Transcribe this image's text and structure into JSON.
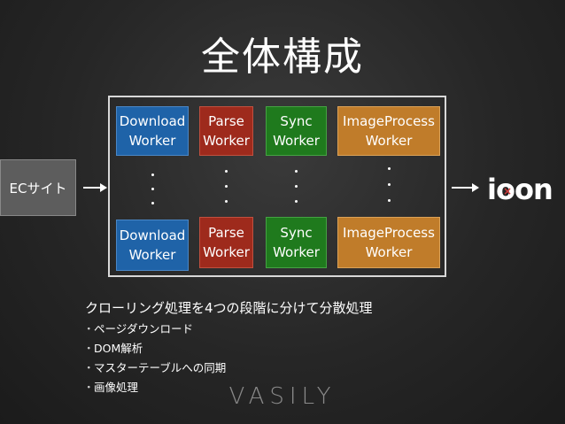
{
  "title": "全体構成",
  "source": {
    "label": "ECサイト"
  },
  "logo": {
    "text": "ioon",
    "mark": "×"
  },
  "workers": {
    "download": {
      "line1": "Download",
      "line2": "Worker"
    },
    "parse": {
      "line1": "Parse",
      "line2": "Worker"
    },
    "sync": {
      "line1": "Sync",
      "line2": "Worker"
    },
    "image": {
      "line1": "ImageProcess",
      "line2": "Worker"
    }
  },
  "colors": {
    "download": "#1f63a8",
    "parse": "#9e2a1c",
    "sync": "#1f7a1d",
    "image": "#c07c2a"
  },
  "description": "クローリング処理を4つの段階に分けて分散処理",
  "bullets": [
    "ページダウンロード",
    "DOM解析",
    "マスターテーブルへの同期",
    "画像処理"
  ],
  "bullet_symbol": "・",
  "brand": "VASILY"
}
